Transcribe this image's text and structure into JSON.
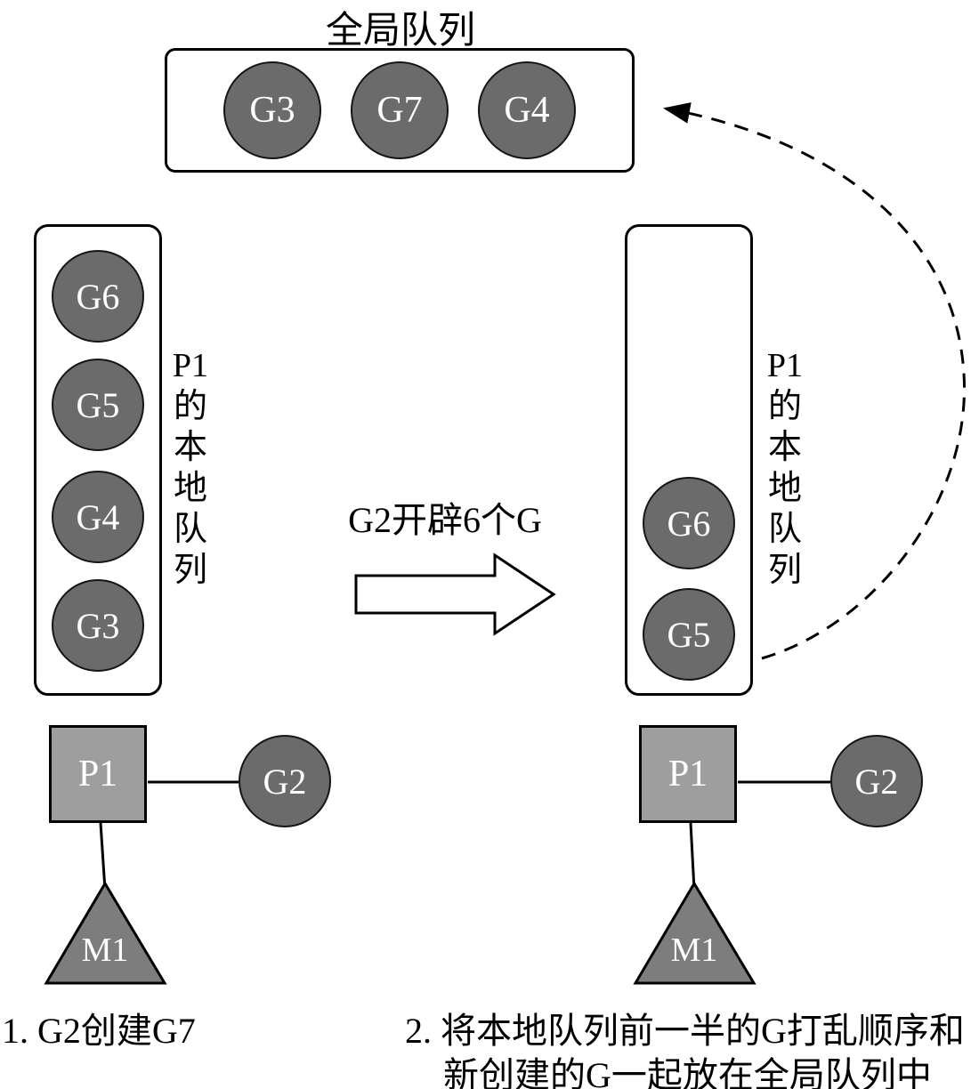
{
  "title": "全局队列",
  "global_queue": {
    "items": [
      "G3",
      "G7",
      "G4"
    ]
  },
  "transition": {
    "label": "G2开辟6个G"
  },
  "left_state": {
    "queue_label": [
      "P1",
      "的",
      "本",
      "地",
      "队",
      "列"
    ],
    "queue_items": [
      "G6",
      "G5",
      "G4",
      "G3"
    ],
    "processor_label": "P1",
    "goroutine_label": "G2",
    "machine_label": "M1"
  },
  "right_state": {
    "queue_label": [
      "P1",
      "的",
      "本",
      "地",
      "队",
      "列"
    ],
    "queue_items": [
      "G6",
      "G5"
    ],
    "processor_label": "P1",
    "goroutine_label": "G2",
    "machine_label": "M1"
  },
  "captions": {
    "step1": "1. G2创建G7",
    "step2_line1": "2. 将本地队列前一半的G打乱顺序和",
    "step2_line2": "新创建的G一起放在全局队列中"
  },
  "colors": {
    "goroutine_fill": "#6b6b6b",
    "processor_fill": "#9e9e9e",
    "machine_fill": "#7d7d7d",
    "outline": "#000000",
    "background": "#ffffff"
  }
}
